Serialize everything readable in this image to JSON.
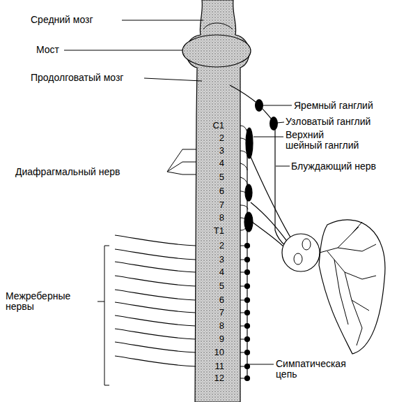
{
  "diagram": {
    "labels": [
      "Средний мозг",
      "Мост",
      "Продолговатый мозг",
      "Яремный ганглий",
      "Узловатый ганглий",
      "Верхний шейный ганглий",
      "Блуждающий нерв",
      "Диафрагмальный нерв",
      "Межреберные нервы",
      "Симпатическая цепь",
      "C1",
      "2",
      "3",
      "4",
      "5",
      "6",
      "7",
      "8",
      "T1",
      "2",
      "3",
      "4",
      "5",
      "6",
      "7",
      "8",
      "9",
      "10",
      "11",
      "12"
    ]
  }
}
